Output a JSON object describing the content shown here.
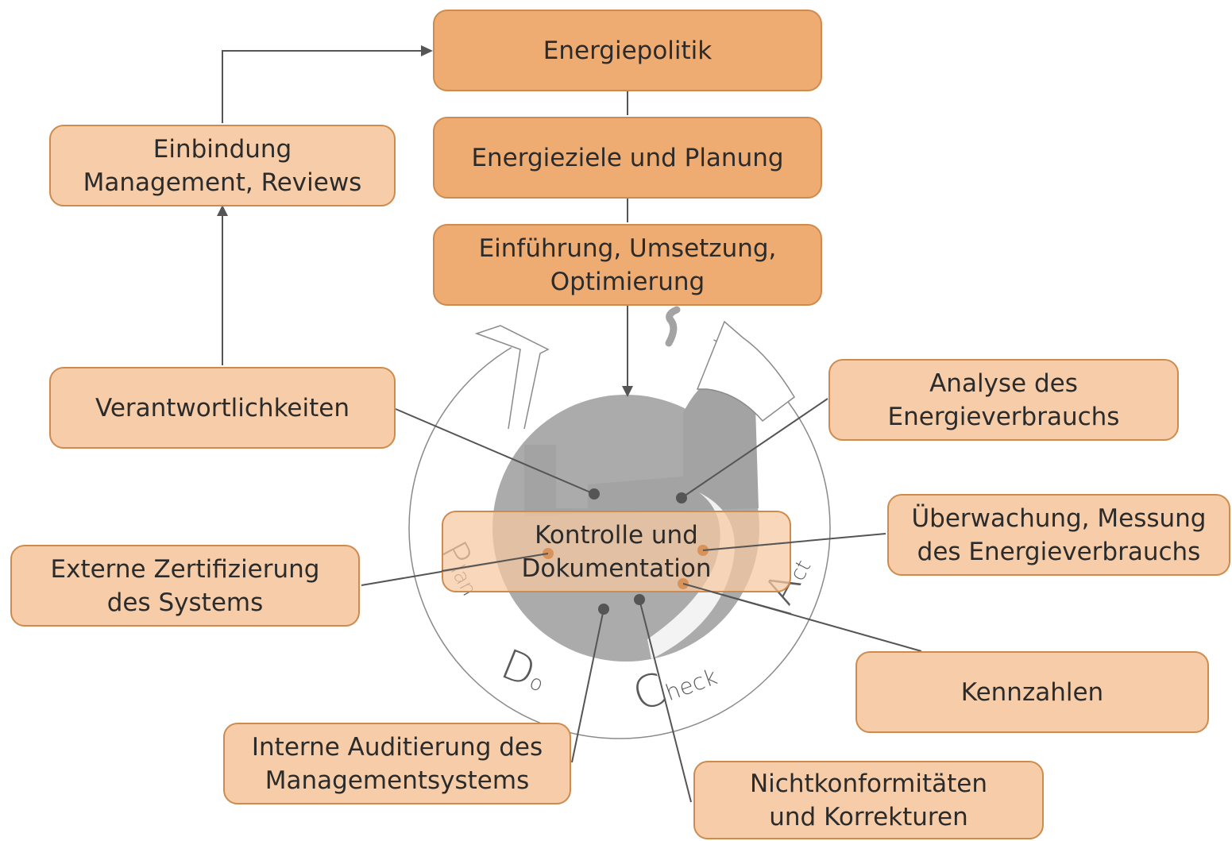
{
  "boxes": {
    "energiepolitik": "Energiepolitik",
    "energieziele": "Energieziele und Planung",
    "einfuehrung": "Einführung, Umsetzung,\nOptimierung",
    "einbindung": "Einbindung\nManagement, Reviews",
    "verantwortlichkeiten": "Verantwortlichkeiten",
    "analyse": "Analyse des\nEnergieverbrauchs",
    "kontrolle": "Kontrolle und\nDokumentation",
    "ueberwachung": "Überwachung, Messung\ndes Energieverbrauchs",
    "externe": "Externe Zertifizierung\ndes Systems",
    "kennzahlen": "Kennzahlen",
    "interne": "Interne Auditierung des\nManagementsystems",
    "nichtkonform": "Nichtkonformitäten\nund Korrekturen"
  },
  "pdca": {
    "plan_initial": "P",
    "plan_rest": "lan",
    "do_initial": "D",
    "do_rest": "o",
    "check_initial": "C",
    "check_rest": "heck",
    "act_initial": "A",
    "act_rest": "ct"
  },
  "colors": {
    "box_dark": "#eeac72",
    "box_light": "#f6cda8",
    "border": "#cf8a4e",
    "arrow": "#555555",
    "gray_disc": "#ababab"
  }
}
